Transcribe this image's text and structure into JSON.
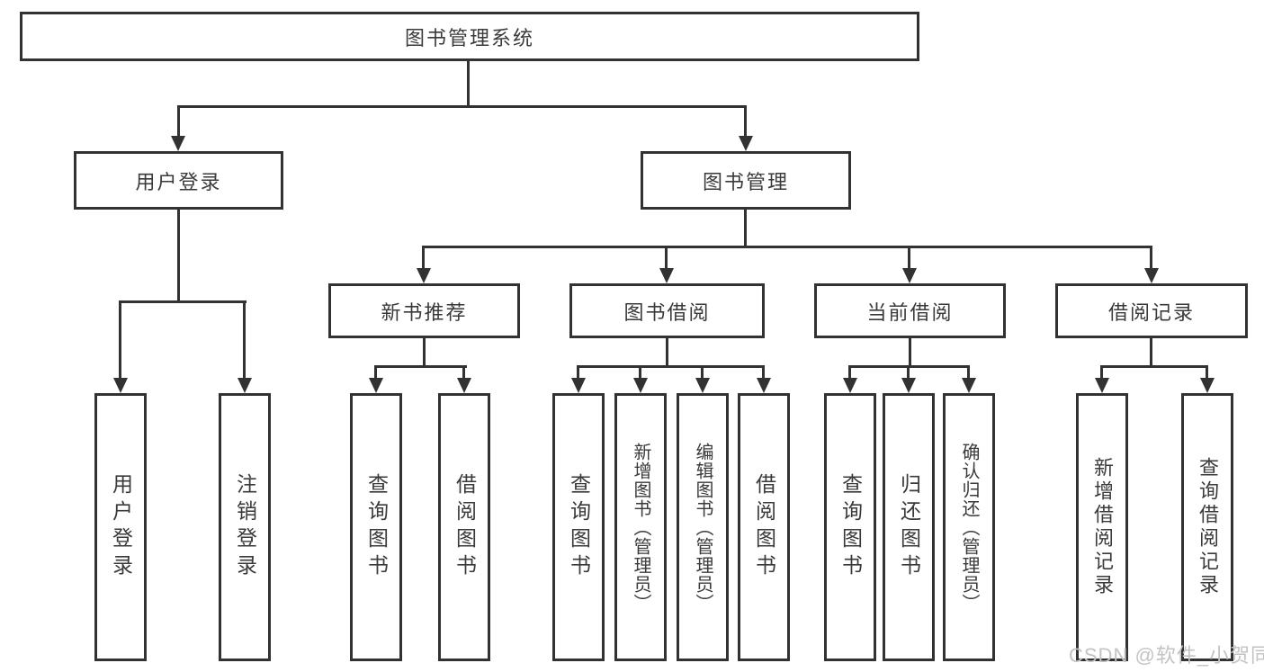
{
  "colors": {
    "line": "#323232",
    "text": "#3a3a3a",
    "watermark_text": "#c3c3c3",
    "background": "#ffffff"
  },
  "watermark": "CSDN @软件_小贺同学",
  "tree": {
    "root": "图书管理系统",
    "branches": [
      {
        "label": "用户登录",
        "children": [
          "用户登录",
          "注销登录"
        ]
      },
      {
        "label": "图书管理",
        "groups": [
          {
            "label": "新书推荐",
            "children": [
              "查询图书",
              "借阅图书"
            ]
          },
          {
            "label": "图书借阅",
            "children": [
              "查询图书",
              "新增图书（管理员）",
              "编辑图书（管理员）",
              "借阅图书"
            ]
          },
          {
            "label": "当前借阅",
            "children": [
              "查询图书",
              "归还图书",
              "确认归还（管理员）"
            ]
          },
          {
            "label": "借阅记录",
            "children": [
              "新增借阅记录",
              "查询借阅记录"
            ]
          }
        ]
      }
    ]
  }
}
